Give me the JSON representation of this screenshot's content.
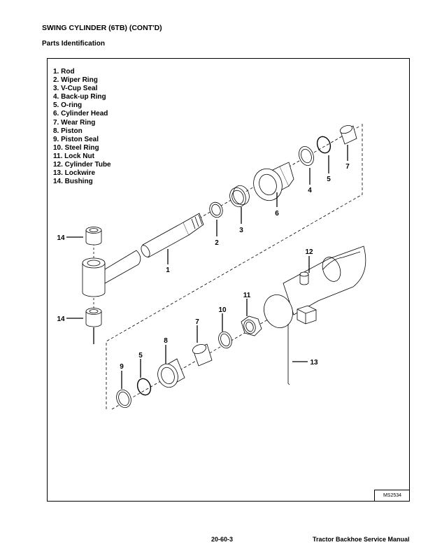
{
  "header": {
    "title": "SWING CYLINDER (6TB) (CONT'D)",
    "subtitle": "Parts Identification"
  },
  "legend": [
    "1. Rod",
    "2. Wiper Ring",
    "3. V-Cup Seal",
    "4. Back-up Ring",
    "5. O-ring",
    "6. Cylinder Head",
    "7. Wear Ring",
    "8. Piston",
    "9. Piston Seal",
    "10. Steel Ring",
    "11. Lock Nut",
    "12. Cylinder Tube",
    "13. Lockwire",
    "14. Bushing"
  ],
  "callouts": {
    "c1": "1",
    "c2": "2",
    "c3": "3",
    "c4": "4",
    "c5a": "5",
    "c6": "6",
    "c7a": "7",
    "c12": "12",
    "c14a": "14",
    "c14b": "14",
    "c11": "11",
    "c10": "10",
    "c7b": "7",
    "c8": "8",
    "c5b": "5",
    "c9": "9",
    "c13": "13"
  },
  "figure_id": "MS2534",
  "footer": {
    "page_number": "20-60-3",
    "manual_title": "Tractor Backhoe Service Manual"
  }
}
